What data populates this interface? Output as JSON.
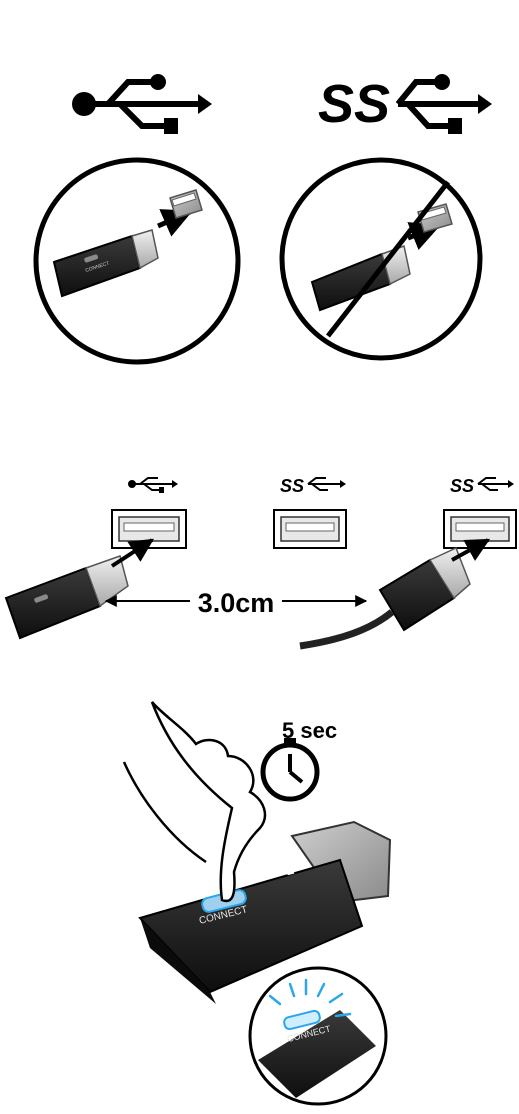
{
  "icons": {
    "usb": "usb-icon",
    "superspeed": "usb-superspeed-icon",
    "arrow": "arrow-icon",
    "stopwatch": "stopwatch-icon",
    "hand": "hand-icon",
    "prohibited": "prohibited-slash-icon"
  },
  "labels": {
    "superspeed_mark": "SS",
    "distance": "3.0cm",
    "timer": "5 sec",
    "connect_button": "CONNECT"
  },
  "colors": {
    "ink": "#000000",
    "dongle_body": "#1e1e1e",
    "metal": "#d8d8d8",
    "connect_highlight": "#9fd0f0",
    "glow": "#2aa7e8"
  }
}
